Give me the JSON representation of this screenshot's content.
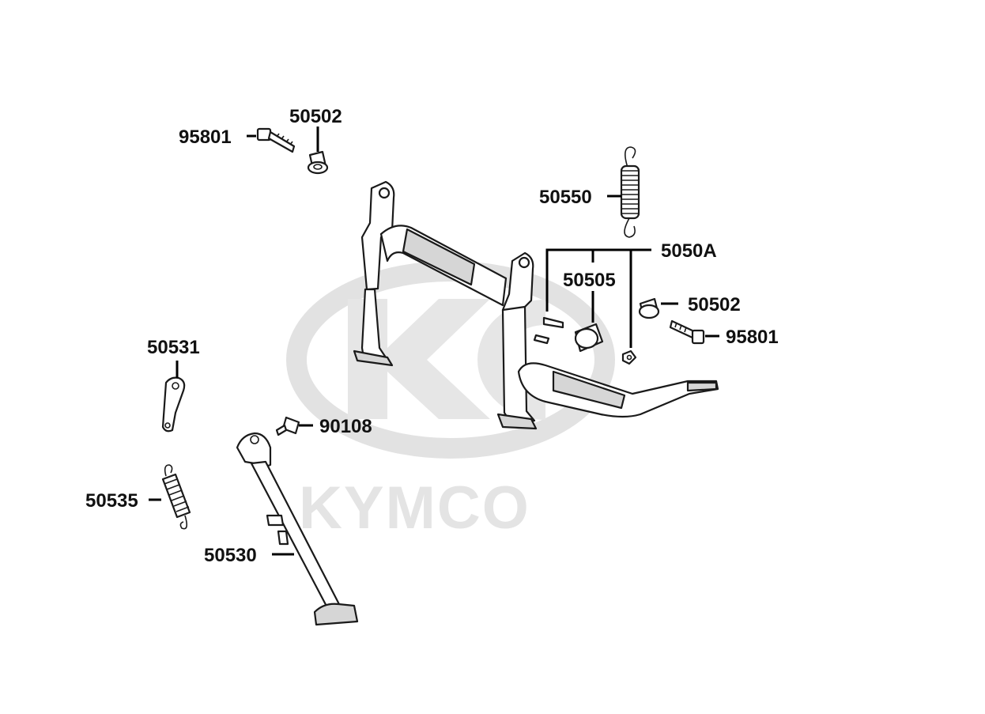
{
  "diagram": {
    "watermark_text": "KYMCO",
    "watermark_color": "#e4e4e4",
    "labels": {
      "bolt_top_left": "95801",
      "collar_top_left": "50502",
      "spring_main_stand": "50550",
      "main_stand_assy": "5050A",
      "stopper_rubber": "50505",
      "collar_right": "50502",
      "bolt_right": "95801",
      "side_stand_plate": "50531",
      "bolt_side_stand": "90108",
      "spring_side_stand": "50535",
      "side_stand": "50530"
    }
  }
}
